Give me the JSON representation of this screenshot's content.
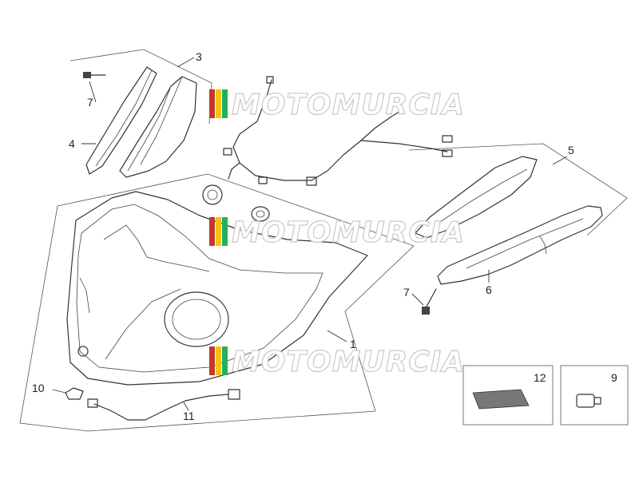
{
  "watermark": {
    "text": "MOTOMURCIA",
    "stripe_colors": [
      "#c0392b",
      "#f1c40f",
      "#27ae60"
    ],
    "text_color": "#ffffff",
    "outline_color": "#c9c9c9"
  },
  "callouts": {
    "c1": "1",
    "c3": "3",
    "c4": "4",
    "c5": "5",
    "c6": "6",
    "c7a": "7",
    "c7b": "7",
    "c9": "9",
    "c10": "10",
    "c11": "11",
    "c12": "12"
  }
}
